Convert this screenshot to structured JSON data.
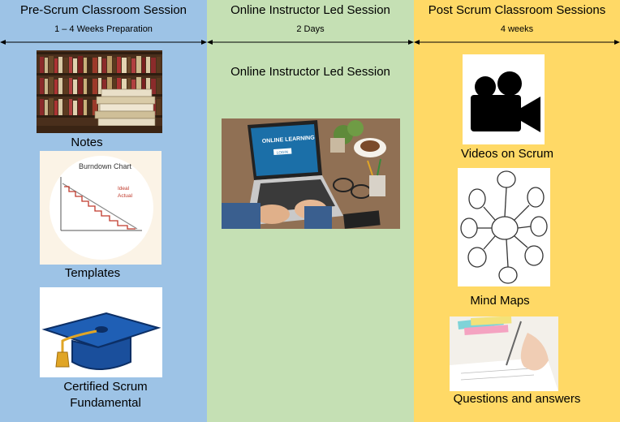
{
  "columns": [
    {
      "title": "Pre-Scrum Classroom Session",
      "duration": "1 – 4 Weeks Preparation",
      "items": [
        {
          "label": "Notes",
          "icon": "books-photo"
        },
        {
          "label": "Templates",
          "icon": "burndown-chart-image",
          "image_text": {
            "title": "Burndown Chart",
            "legend": [
              "Ideal",
              "Actual"
            ]
          }
        },
        {
          "label_lines": [
            "Certified Scrum",
            "Fundamental"
          ],
          "icon": "graduation-cap-icon"
        }
      ]
    },
    {
      "title": "Online Instructor Led Session",
      "duration": "2 Days",
      "heading": "Online Instructor Led Session",
      "items": [
        {
          "icon": "laptop-photo",
          "image_text": {
            "screen": [
              "ONLINE LEARNING",
              "LOGIN"
            ]
          }
        }
      ]
    },
    {
      "title": "Post Scrum Classroom Sessions",
      "duration": "4 weeks",
      "items": [
        {
          "label": "Videos on Scrum",
          "icon": "video-camera-icon"
        },
        {
          "label": "Mind Maps",
          "icon": "mind-map-icon"
        },
        {
          "label": "Questions and answers",
          "icon": "writing-hand-photo"
        }
      ]
    }
  ],
  "colors": {
    "pre": "#9dc3e6",
    "online": "#c5e0b4",
    "post": "#ffd966"
  }
}
